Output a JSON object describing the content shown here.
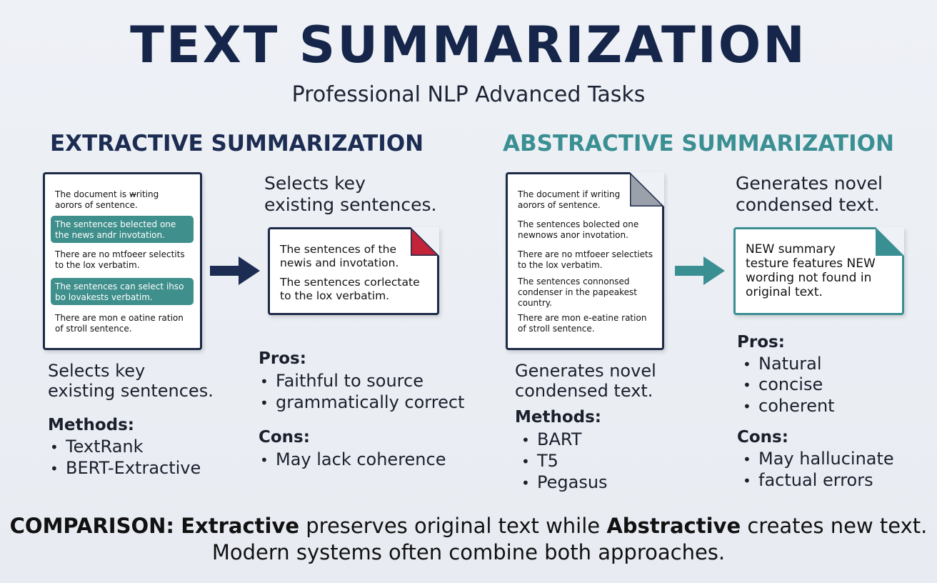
{
  "title": "TEXT SUMMARIZATION",
  "subtitle": "Professional NLP Advanced Tasks",
  "extractive": {
    "heading": "EXTRACTIVE SUMMARIZATION",
    "source_doc": {
      "lines": [
        "The document is w̶riting",
        "aorors of sentence.",
        "The sentences belected one",
        "the news andr invotation.",
        "There are no mtfoeer selectits",
        "to the lox verbatim.",
        "The sentences can select ihso",
        "bo lovakests verbatim.",
        "There are mon e oatine ration",
        "of stroll sentence."
      ]
    },
    "side_caption": [
      "Selects key",
      "existing sentences."
    ],
    "summary_doc": {
      "lines": [
        "The sentences of the",
        "newis and invotation.",
        "The sentences corlectate",
        "to the lox verbatim."
      ]
    },
    "caption": [
      "Selects key",
      "existing sentences."
    ],
    "methods_label": "Methods:",
    "methods": [
      "TextRank",
      "BERT-Extractive"
    ],
    "pros_label": "Pros:",
    "pros": [
      "Faithful to source",
      "grammatically correct"
    ],
    "cons_label": "Cons:",
    "cons": [
      "May lack coherence"
    ],
    "colors": {
      "accent": "#1c2c52",
      "highlight": "#3f8f8c",
      "corner": "#c3243a"
    }
  },
  "abstractive": {
    "heading": "ABSTRACTIVE SUMMARIZATION",
    "source_doc": {
      "lines": [
        "The document if writing",
        "aorors of sentence.",
        "The sentences bolected one",
        "newnows anor invotation.",
        "There are no mtfoeer selectiets",
        "to the lox verbatim.",
        "The sentences connonsed",
        "condenser in the papeakest",
        "country.",
        "There are mon e-eatine ration",
        "of stroll sentence."
      ]
    },
    "side_caption": [
      "Generates novel",
      "condensed text."
    ],
    "summary_doc": {
      "lines": [
        "NEW summary",
        "testure features NEW",
        "wording not found in",
        "original text."
      ]
    },
    "caption": [
      "Generates novel",
      "condensed text."
    ],
    "methods_label": "Methods:",
    "methods": [
      "BART",
      "T5",
      "Pegasus"
    ],
    "pros_label": "Pros:",
    "pros": [
      "Natural",
      "concise",
      "coherent"
    ],
    "cons_label": "Cons:",
    "cons": [
      "May hallucinate",
      "factual errors"
    ],
    "colors": {
      "accent": "#3a8f93",
      "corner": "#3a8f93"
    }
  },
  "footer": {
    "prefix": "COMPARISON:",
    "term1": "Extractive",
    "mid": " preserves original text while ",
    "term2": "Abstractive",
    "end": " creates new text.",
    "line2": "Modern systems often combine both approaches."
  }
}
